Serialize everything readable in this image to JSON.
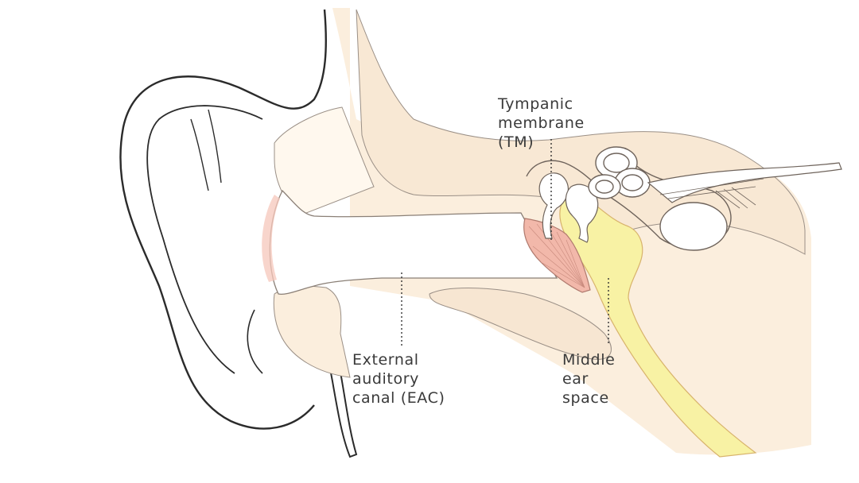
{
  "labels": {
    "tympanic_membrane": [
      "Tympanic",
      "membrane",
      "(TM)"
    ],
    "external_auditory_canal": [
      "External",
      "auditory",
      "canal (EAC)"
    ],
    "middle_ear_space": [
      "Middle",
      "ear",
      "space"
    ]
  },
  "colors": {
    "outline": "#2b2b2b",
    "skin": "#fdf3e6",
    "skin_shadow": "#f6e4cc",
    "bone": "#f7e6d2",
    "canal": "#ffffff",
    "eustachian_tube": "#f8f2a4",
    "membrane": "#f2b8aa",
    "leader_line": "#333333"
  }
}
